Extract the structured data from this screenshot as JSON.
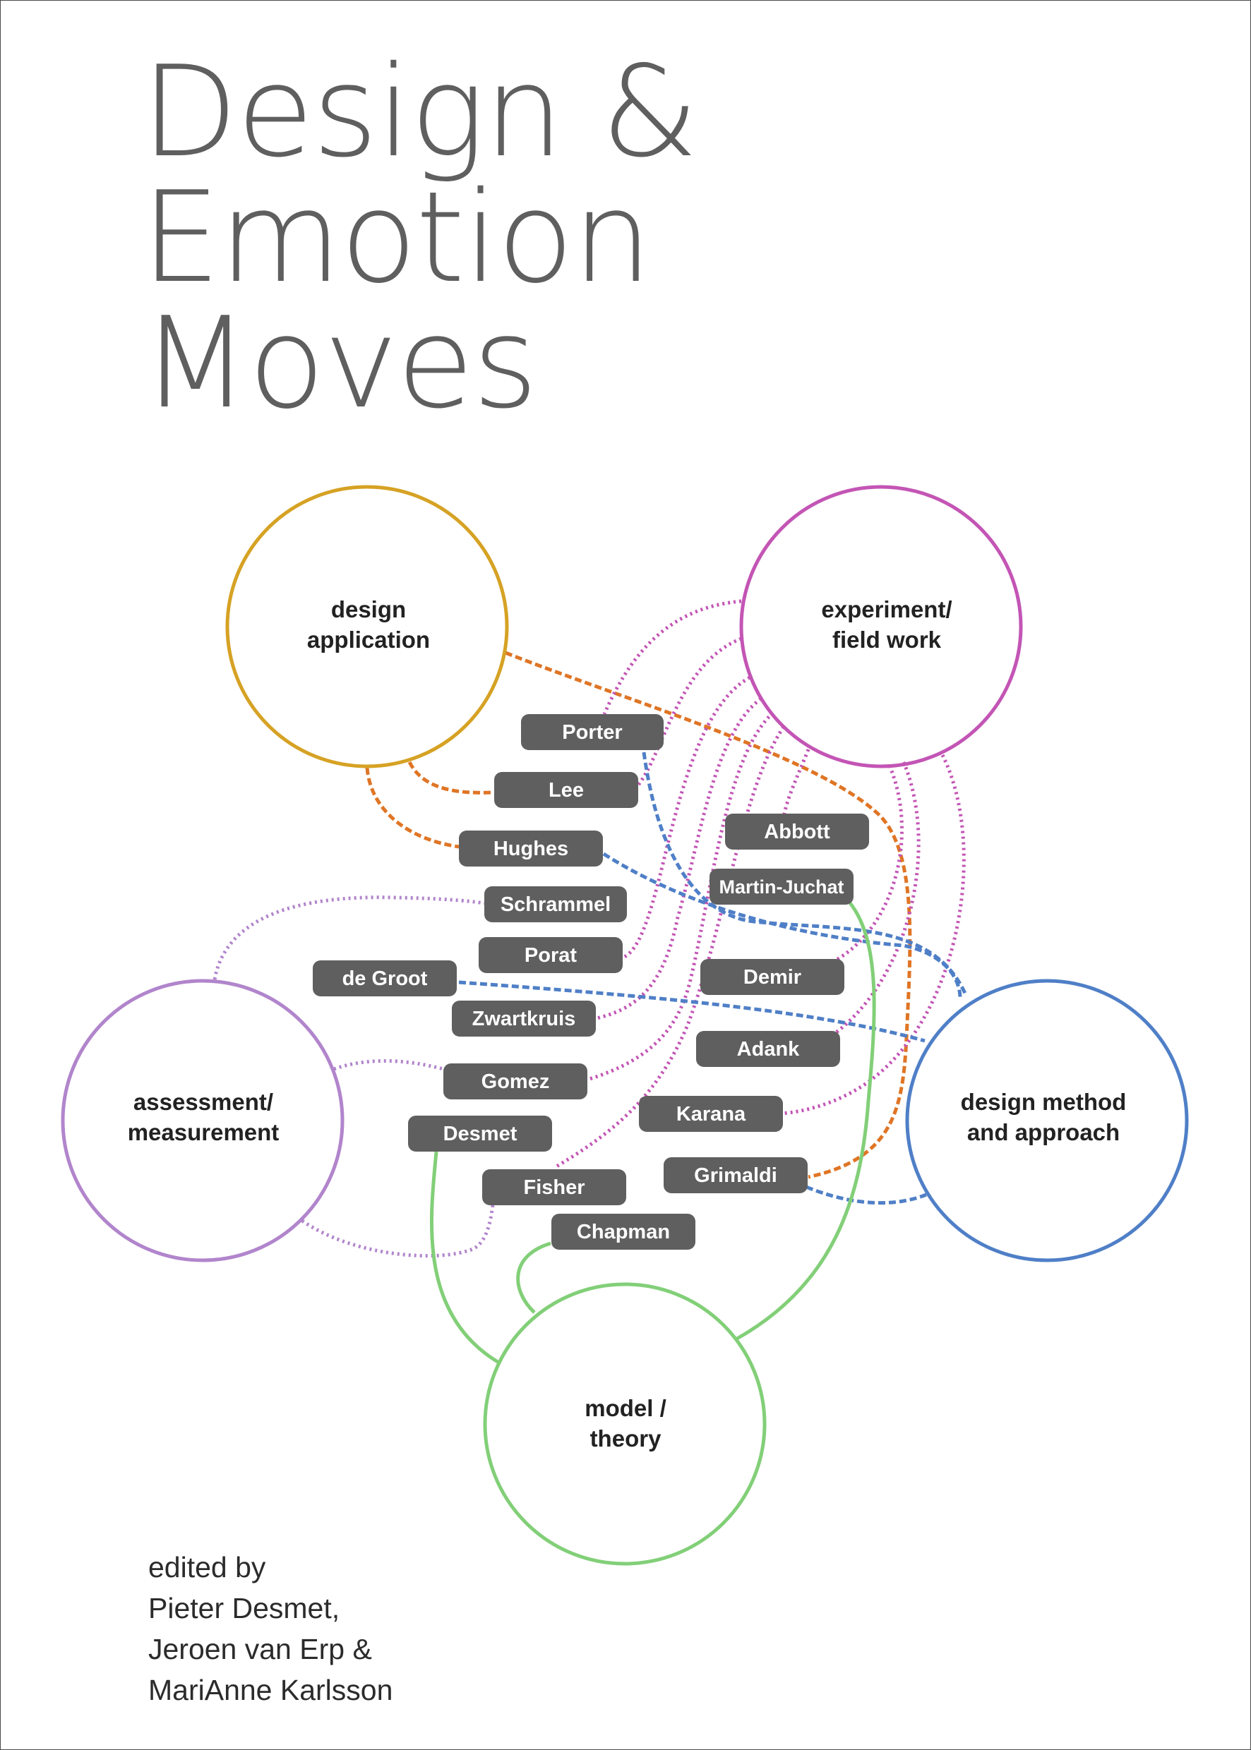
{
  "title": {
    "line1": "Design &",
    "line2": "Emotion",
    "line3": "Moves"
  },
  "categories": {
    "design_application": {
      "line1": "design",
      "line2": "application",
      "color": "#d6a224"
    },
    "experiment_field_work": {
      "line1": "experiment/",
      "line2": "field work",
      "color": "#c355b5"
    },
    "assessment_measurement": {
      "line1": "assessment/",
      "line2": "measurement",
      "color": "#b185cc"
    },
    "design_method_approach": {
      "line1": "design method",
      "line2": "and approach",
      "color": "#4f7fc7"
    },
    "model_theory": {
      "line1": "model /",
      "line2": "theory",
      "color": "#82cf78"
    }
  },
  "authors": {
    "porter": "Porter",
    "lee": "Lee",
    "hughes": "Hughes",
    "schrammel": "Schrammel",
    "porat": "Porat",
    "de_groot": "de Groot",
    "zwartkruis": "Zwartkruis",
    "gomez": "Gomez",
    "desmet": "Desmet",
    "fisher": "Fisher",
    "chapman": "Chapman",
    "abbott": "Abbott",
    "martin_juchat": "Martin-Juchat",
    "demir": "Demir",
    "adank": "Adank",
    "karana": "Karana",
    "grimaldi": "Grimaldi"
  },
  "link_colors": {
    "design_application": "#df7525",
    "experiment_field_work": "#c355b5",
    "assessment_measurement": "#b185cc",
    "design_method_approach": "#4f7fc7",
    "model_theory": "#82cf78"
  },
  "editors": {
    "line1": "edited by",
    "line2": "Pieter Desmet,",
    "line3": "Jeroen van Erp &",
    "line4": "MariAnne Karlsson"
  }
}
